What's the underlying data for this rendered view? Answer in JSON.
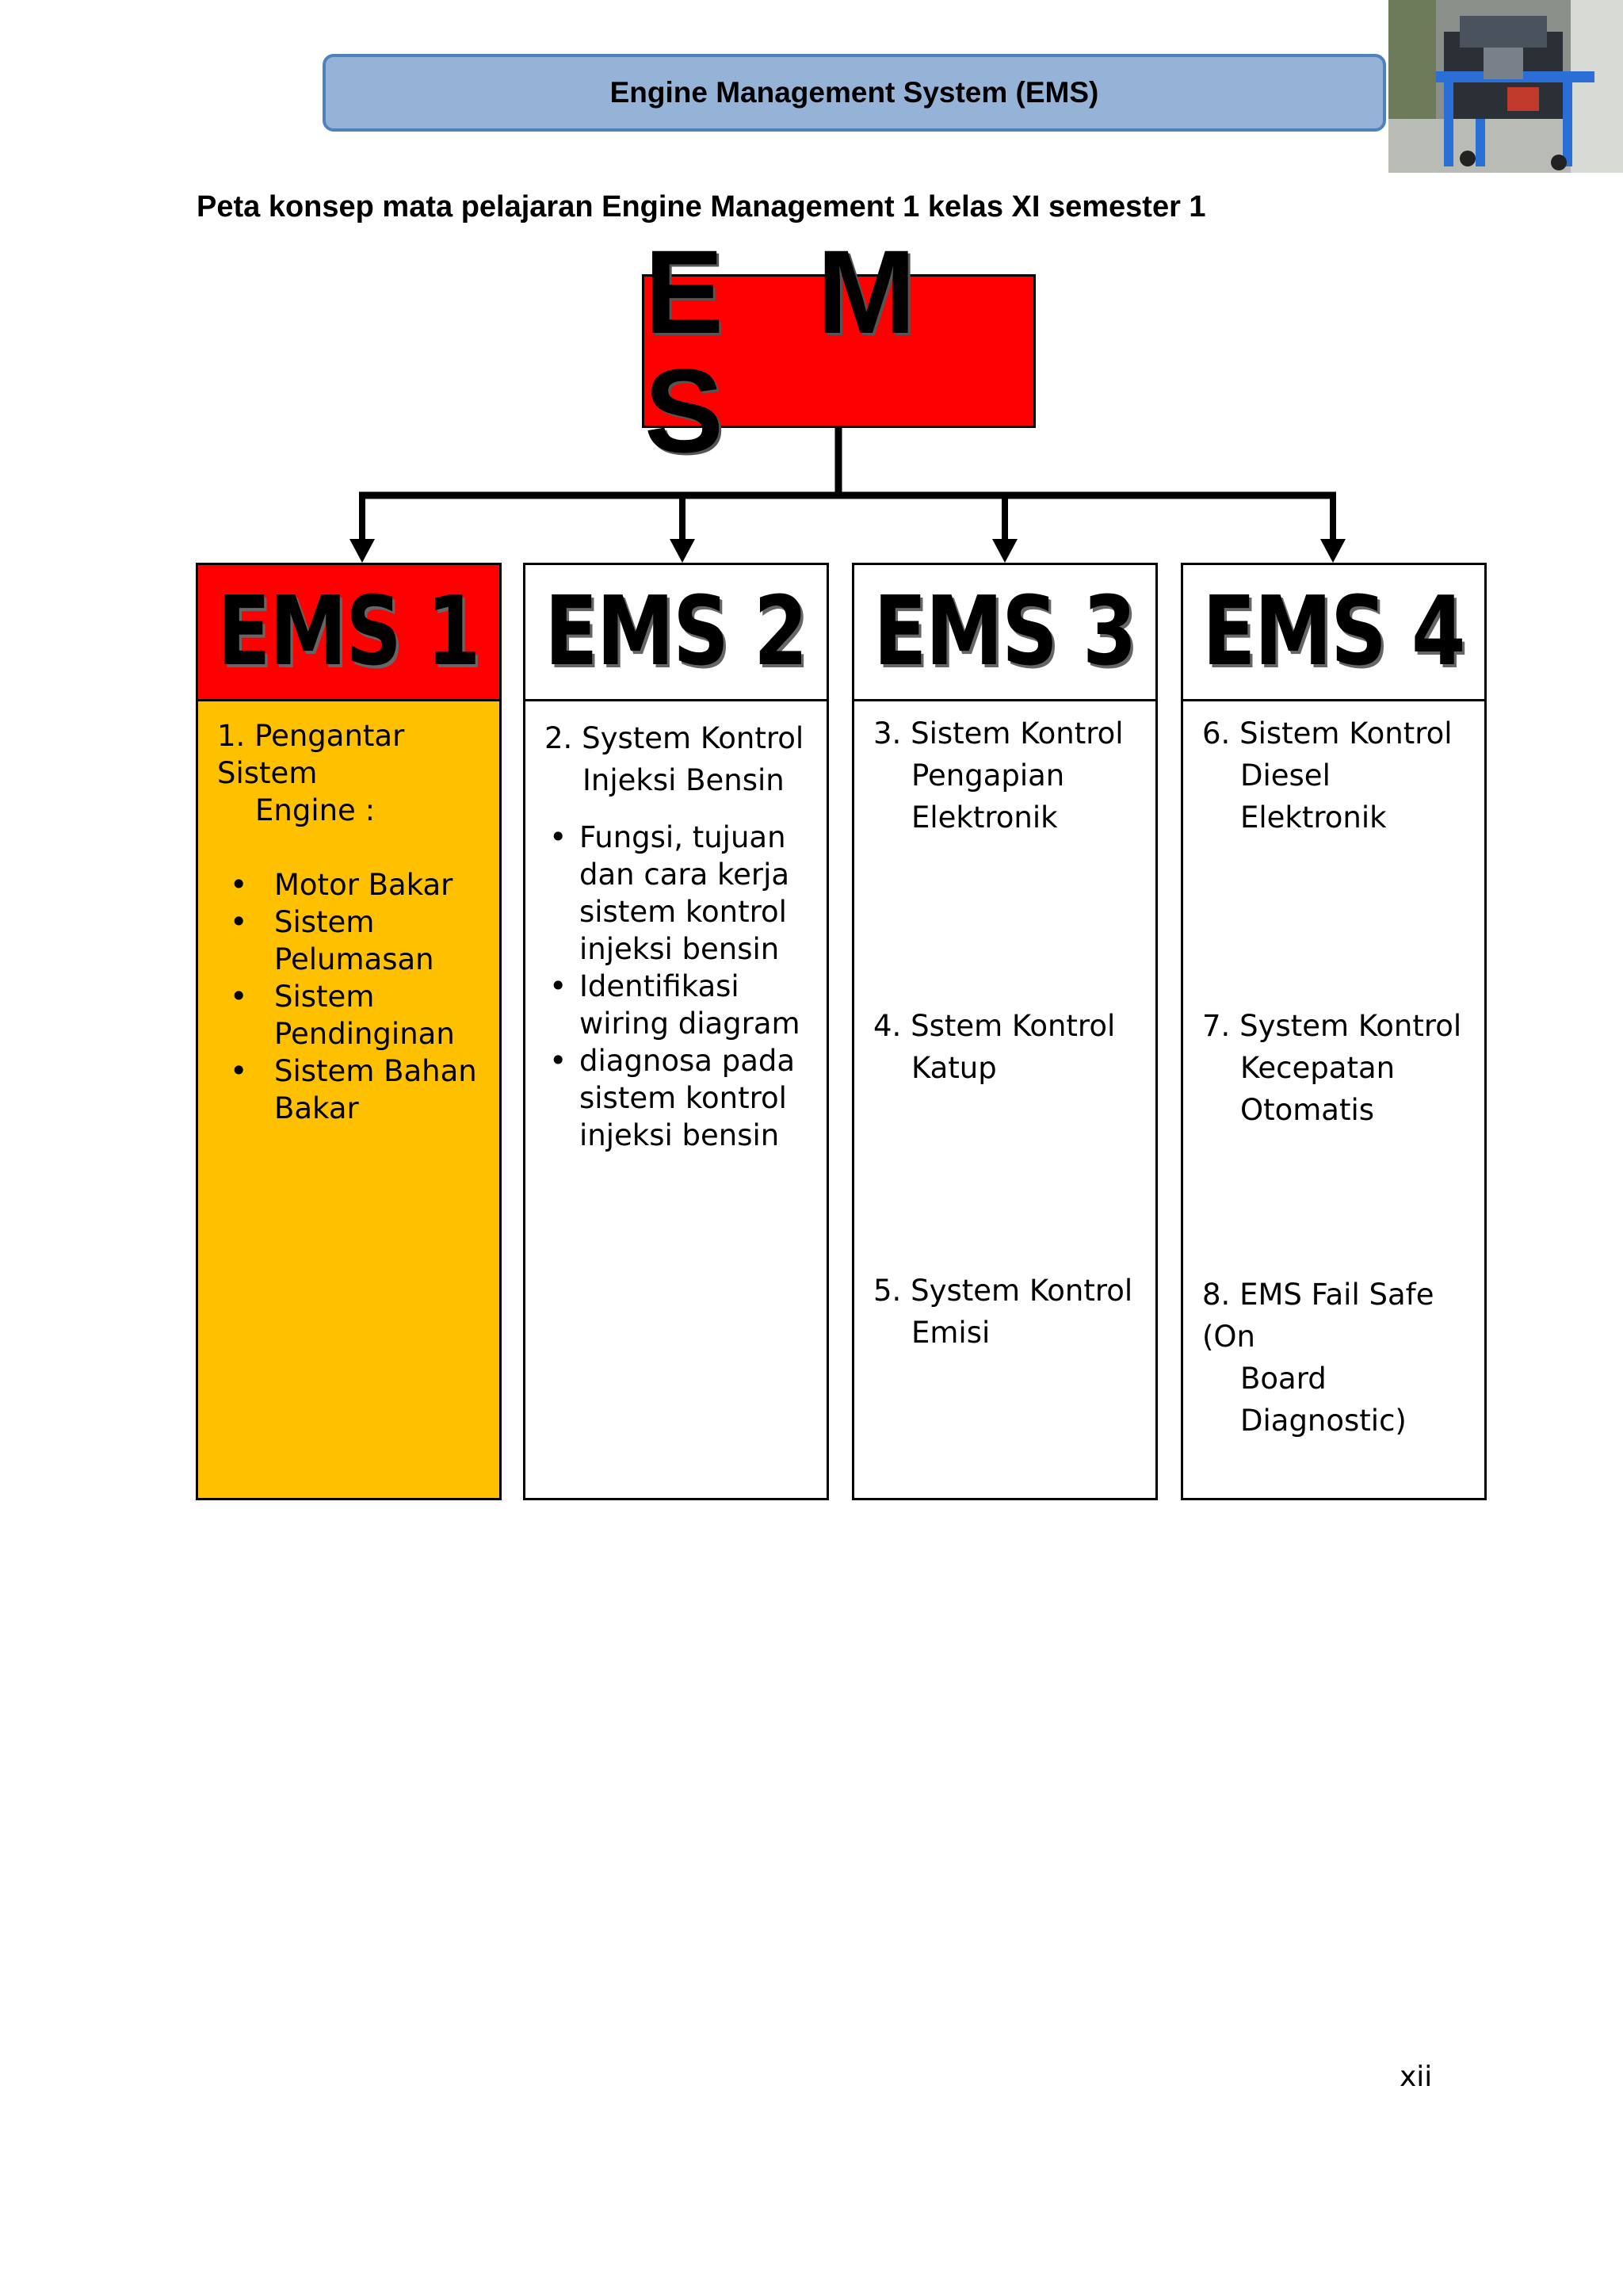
{
  "header": {
    "title": "Engine Management System (EMS)"
  },
  "subtitle": "Peta konsep mata pelajaran Engine Management 1 kelas XI semester 1",
  "root": {
    "label": "E M S"
  },
  "columns": [
    {
      "heading": "EMS 1",
      "items": [
        {
          "number": "1.",
          "line1": "Pengantar Sistem",
          "line2": "Engine :",
          "bullets": [
            "Motor Bakar",
            "Sistem Pelumasan",
            "Sistem Pendinginan",
            "Sistem Bahan Bakar"
          ]
        }
      ]
    },
    {
      "heading": "EMS 2",
      "items": [
        {
          "number": "2.",
          "line1": "System Kontrol",
          "line2": "Injeksi Bensin",
          "bullets": [
            "Fungsi, tujuan dan cara kerja sistem kontrol injeksi bensin",
            "Identifikasi wiring diagram",
            "diagnosa pada sistem kontrol injeksi bensin"
          ]
        }
      ]
    },
    {
      "heading": "EMS 3",
      "items": [
        {
          "number": "3.",
          "line1": "Sistem Kontrol",
          "line2": "Pengapian",
          "line3": "Elektronik"
        },
        {
          "number": "4.",
          "line1": "Sstem Kontrol",
          "line2": "Katup"
        },
        {
          "number": "5.",
          "line1": "System Kontrol",
          "line2": "Emisi"
        }
      ]
    },
    {
      "heading": "EMS 4",
      "items": [
        {
          "number": "6.",
          "line1": "Sistem Kontrol",
          "line2": "Diesel Elektronik"
        },
        {
          "number": "7.",
          "line1": "System Kontrol",
          "line2": "Kecepatan",
          "line3": "Otomatis"
        },
        {
          "number": "8.",
          "line1": "EMS Fail Safe (On",
          "line2": "Board Diagnostic)"
        }
      ]
    }
  ],
  "page_number": "xii",
  "colors": {
    "banner_fill": "#95b3d7",
    "banner_border": "#4f81bd",
    "root_fill": "#ff0000",
    "ems1_body": "#ffc000"
  }
}
